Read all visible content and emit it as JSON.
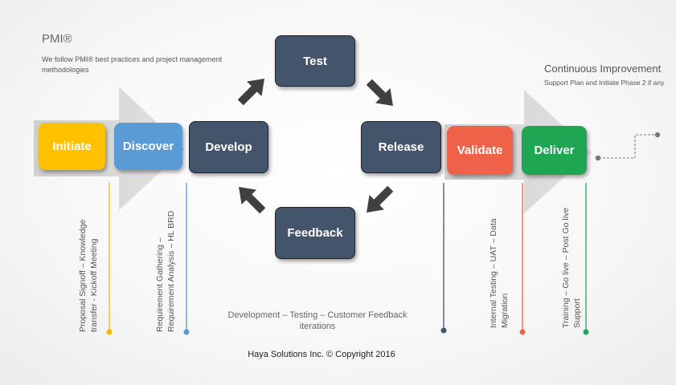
{
  "pmi": {
    "title": "PMI®",
    "subtitle": "We follow PMI® best practices and project  management\nmethodologies"
  },
  "continuous": {
    "title": "Continuous Improvement",
    "subtitle": "Support Plan and Initiate Phase 2  if any"
  },
  "stages": {
    "initiate": {
      "label": "Initiate",
      "color": "#ffc000"
    },
    "discover": {
      "label": "Discover",
      "color": "#5b9bd5"
    },
    "develop": {
      "label": "Develop"
    },
    "test": {
      "label": "Test"
    },
    "release": {
      "label": "Release"
    },
    "feedback": {
      "label": "Feedback"
    },
    "validate": {
      "label": "Validate",
      "color": "#f0614a"
    },
    "deliver": {
      "label": "Deliver",
      "color": "#1fa653"
    }
  },
  "notes": {
    "initiate": "Proposal  Signoff  –  Knowledge\ntransfer - Kickoff Meeting",
    "discover": "Requirement        Gathering       –\nRequirement Analysis –  HL BRD",
    "validate": "Internal  Testing  –  UAT  –  Data\nMigration",
    "deliver": "Training – Go live – Post Go live\nSupport"
  },
  "cycle_caption": "Development – Testing – Customer Feedback\niterations",
  "copyright": "Haya Solutions Inc. © Copyright 2016",
  "colors": {
    "dark_box": "#44546a",
    "arrow_band": "#d4d4d4",
    "cycle_arrow": "#404040"
  }
}
